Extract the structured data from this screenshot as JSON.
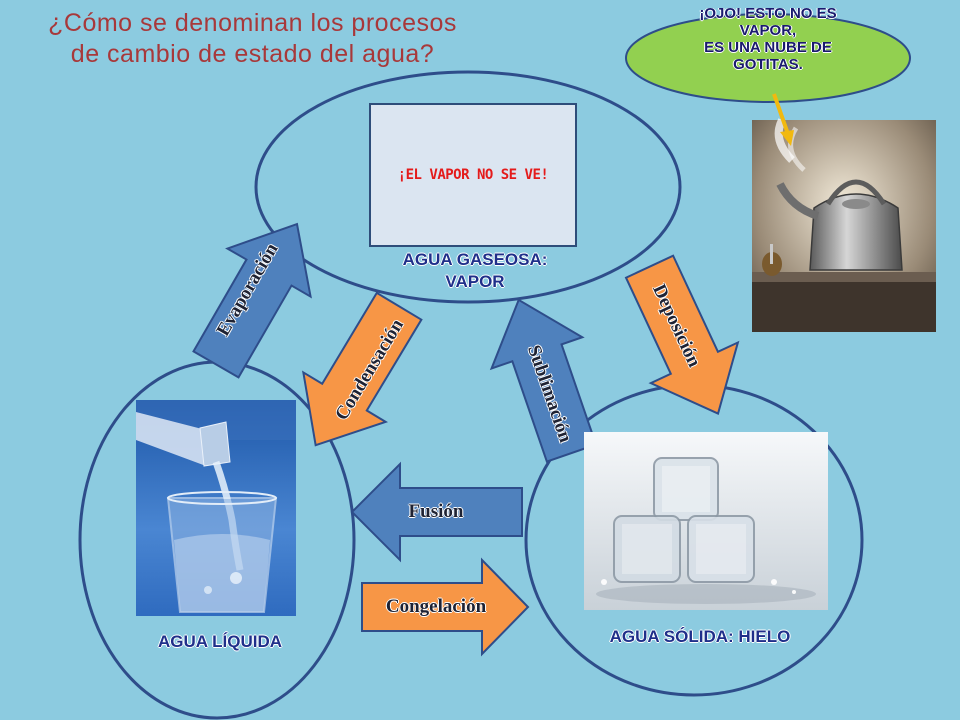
{
  "title": {
    "line1": "¿Cómo se denominan los procesos",
    "line2": "de cambio de estado del agua?"
  },
  "states": {
    "gas": {
      "line1": "AGUA GASEOSA:",
      "line2": "VAPOR"
    },
    "liquid": "AGUA LÍQUIDA",
    "solid": "AGUA SÓLIDA: HIELO"
  },
  "note": "¡EL VAPOR NO SE VE!",
  "warning": {
    "line1": "¡OJO! ESTO NO ES",
    "line2": "VAPOR,",
    "line3": "ES UNA NUBE DE",
    "line4": "GOTITAS."
  },
  "processes": {
    "evaporation": "Evaporación",
    "condensation": "Condensación",
    "sublimation": "Sublimación",
    "deposition": "Deposición",
    "fusion": "Fusión",
    "freezing": "Congelación"
  },
  "colors": {
    "background": "#8ccbe0",
    "title": "#a8383a",
    "circle_stroke": "#2e4d8a",
    "arrow_blue": "#4f81bd",
    "arrow_orange": "#f79646",
    "bubble_green": "#92d050",
    "note_text": "#e41b1b"
  },
  "images": {
    "liquid": "water-pouring-into-glass-image",
    "solid": "ice-cubes-image",
    "kettle": "steaming-kettle-image"
  }
}
